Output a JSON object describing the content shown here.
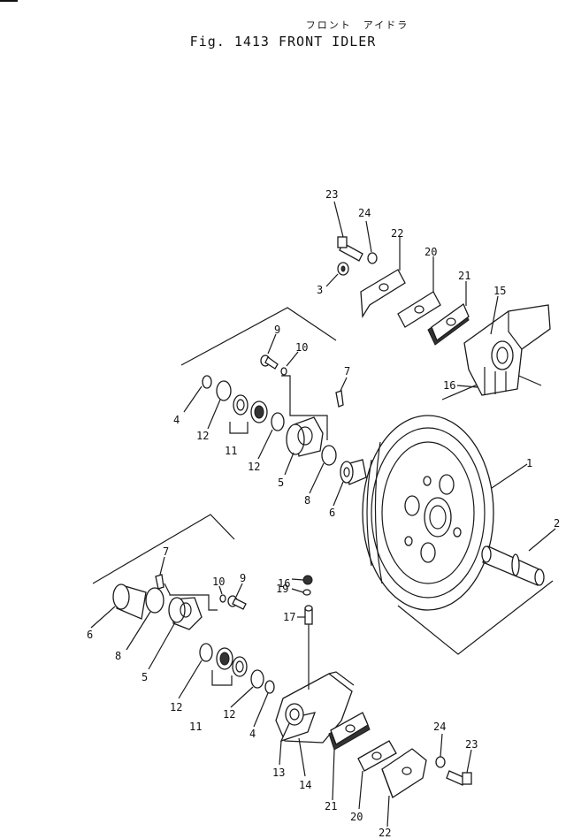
{
  "header": {
    "title_jp": "フロント　アイドラ",
    "title_en": "Fig. 1413   FRONT IDLER"
  },
  "callouts": {
    "idler": "1",
    "shaft": "2",
    "bolt_upper": "3",
    "oring_upper": "4",
    "oring_lower": "4",
    "support_upper": "5",
    "support_lower": "5",
    "bushing_upper": "6",
    "bushing_lower": "6",
    "pin_upper": "7",
    "pin_lower": "7",
    "oring8_upper": "8",
    "oring8_lower": "8",
    "bolt9_upper": "9",
    "bolt9_lower": "9",
    "washer10_upper": "10",
    "washer10_lower": "10",
    "seal11_upper": "11",
    "seal11_lower": "11",
    "ring12_upper_a": "12",
    "ring12_upper_b": "12",
    "ring12_lower_a": "12",
    "ring12_lower_b": "12",
    "guide13": "13",
    "guide14": "14",
    "bearing15": "15",
    "plug16_upper": "16",
    "plug16_lower": "16",
    "nipple17": "17",
    "fitting19": "19",
    "shim20_upper": "20",
    "shim20_lower": "20",
    "shim21_upper": "21",
    "shim21_lower": "21",
    "plate22_upper": "22",
    "plate22_lower": "22",
    "bolt23_upper": "23",
    "bolt23_lower": "23",
    "washer24_upper": "24",
    "washer24_lower": "24"
  }
}
